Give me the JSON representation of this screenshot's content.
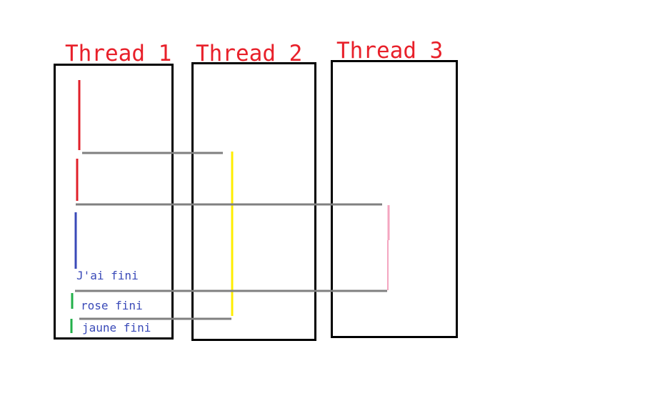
{
  "threads": [
    {
      "label": "Thread 1"
    },
    {
      "label": "Thread 2"
    },
    {
      "label": "Thread 3"
    }
  ],
  "notes": {
    "done": "J'ai fini",
    "pink_done": "rose fini",
    "yellow_done": "jaune fini"
  },
  "colors": {
    "title": "#e8202a",
    "box_border": "#000000",
    "red_segment": "#e0202a",
    "blue_segment": "#3a4ab8",
    "green_marker": "#22b04a",
    "yellow_segment": "#ffee00",
    "pink_segment": "#f4a6c0",
    "connector": "#808080",
    "note_text": "#3a4ab8"
  }
}
